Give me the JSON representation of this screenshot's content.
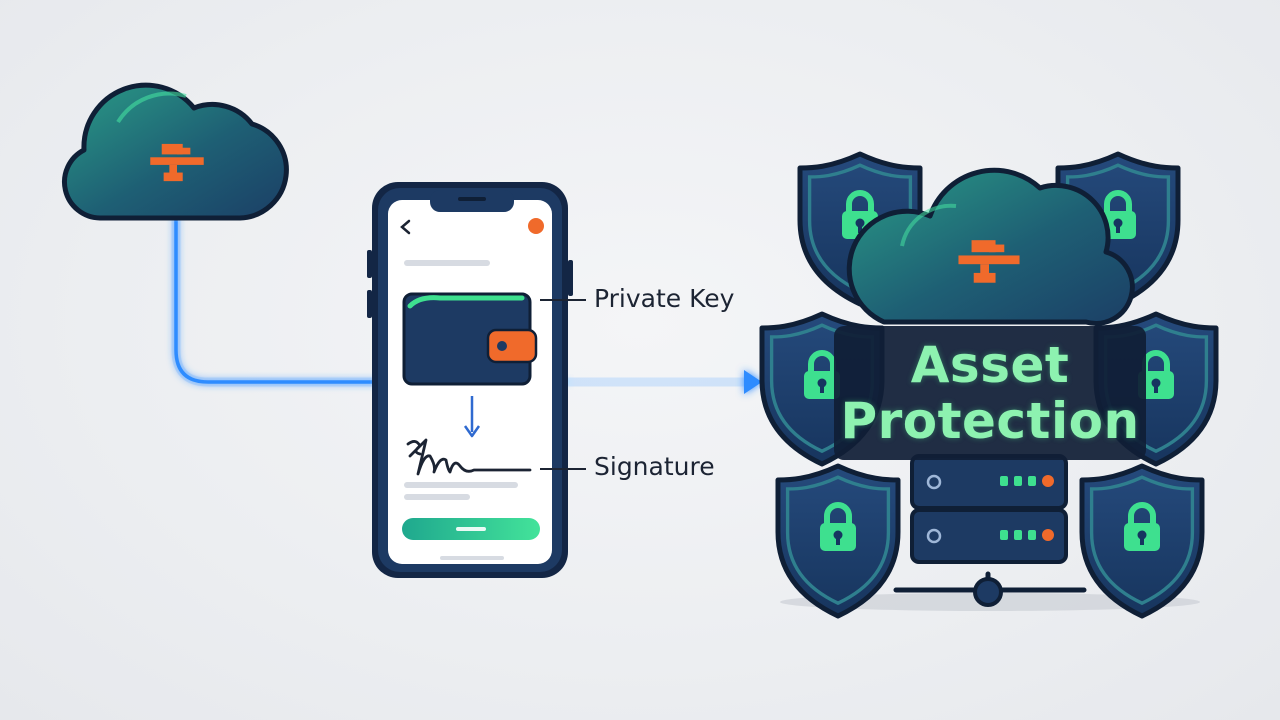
{
  "labels": {
    "private_key": "Private Key",
    "signature": "Signature"
  },
  "title": {
    "line1": "Asset",
    "line2": "Protection"
  },
  "icons": {
    "source": "cloud-icon",
    "device": "smartphone-icon",
    "wallet": "wallet-icon",
    "signature": "signature-icon",
    "shield": "shield-lock-icon",
    "server": "server-icon"
  },
  "colors": {
    "navy": "#1d3a63",
    "outline": "#0f1f36",
    "teal": "#1f6f78",
    "green": "#3ee08f",
    "orange": "#f06a2b",
    "link_blue": "#2f8cff",
    "background": "#eceef1"
  }
}
